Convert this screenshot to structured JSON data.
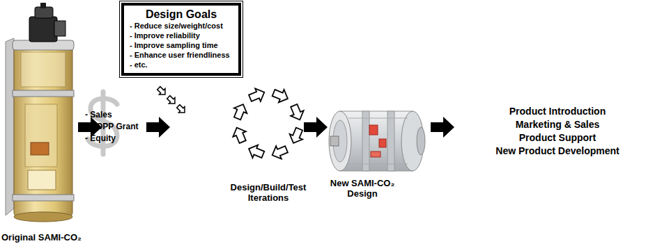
{
  "diagram": {
    "nodes": [
      {
        "text": [
          "Design Goals",
          "- Reduce size/weight/cost",
          "- Improve reliability",
          "- Improve sampling time",
          "- Enhance user friendliness",
          "- etc."
        ]
      }
    ],
    "labels": [
      "Original SAMI-CO₂",
      "- Sales",
      "- NOPP Grant",
      "- Equity",
      "Design/Build/Test Iterations",
      "New SAMI-CO₂ Design",
      "Product Introduction",
      "Marketing & Sales",
      "Product Support",
      "New Product Development"
    ]
  }
}
